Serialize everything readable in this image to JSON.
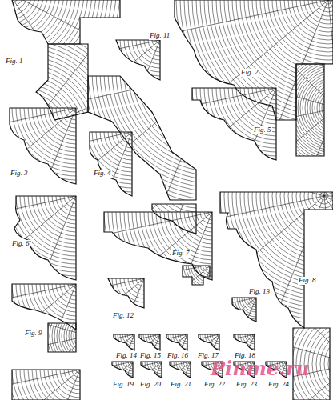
{
  "diagram": {
    "labels": [
      "Fig. 1",
      "Fig. 11",
      "Fig. 2",
      "Fig. 3",
      "Fig. 4",
      "Fig. 5",
      "Fig. 6",
      "Fig. 7",
      "Fig. 8",
      "Fig. 9",
      "Fig. 12",
      "Fig. 13",
      "Fig. 14",
      "Fig. 15",
      "Fig. 16",
      "Fig. 17",
      "Fig. 18",
      "Fig. 19",
      "Fig. 20",
      "Fig. 21",
      "Fig. 22",
      "Fig. 23",
      "Fig. 24",
      "Pinme.ru"
    ]
  }
}
